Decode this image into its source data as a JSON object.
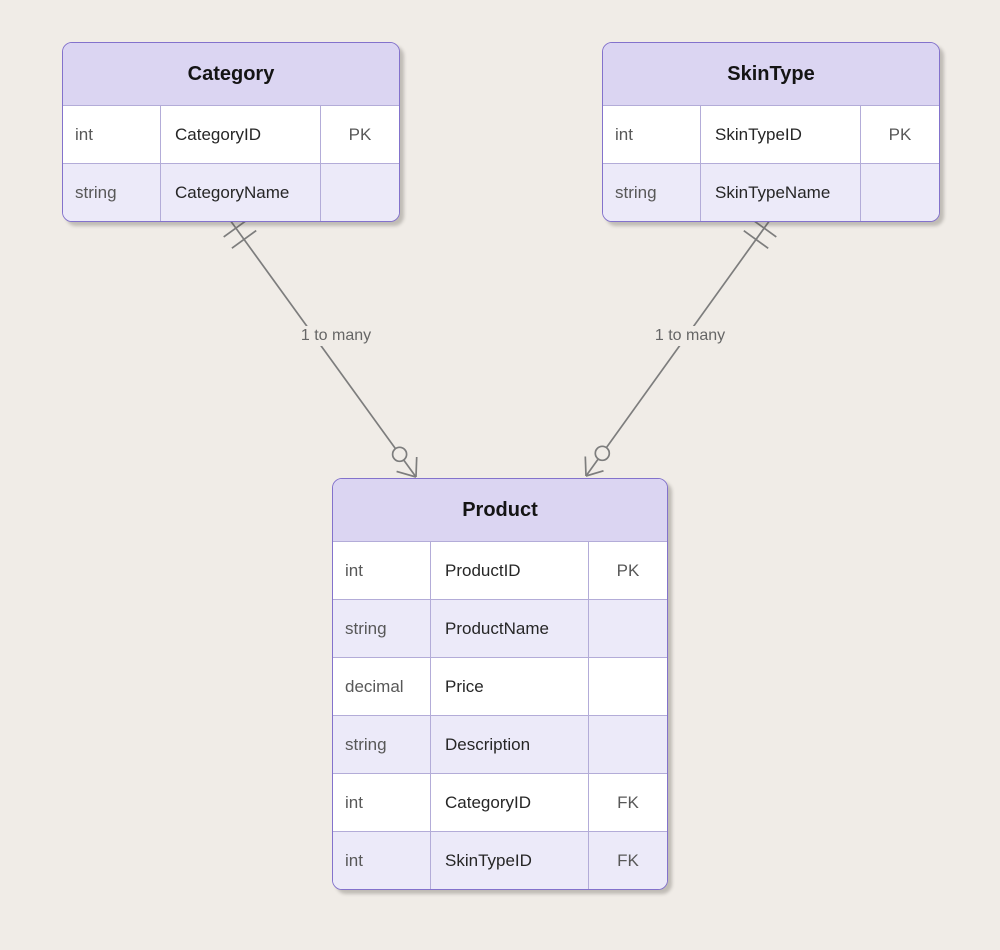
{
  "theme": {
    "page_background": "#f0ece7",
    "header_fill": "#dbd5f2",
    "row_fill": "#ffffff",
    "row_alt_fill": "#eceaf9",
    "entity_border": "#8372cc",
    "grid_line": "#b3acd8",
    "edge_line": "#7d7d7d",
    "title_text": "#141414",
    "name_text": "#262626",
    "muted_text": "#585858",
    "label_text": "#666666"
  },
  "entities": [
    {
      "id": "category",
      "title": "Category",
      "rows": [
        {
          "type": "int",
          "name": "CategoryID",
          "key": "PK"
        },
        {
          "type": "string",
          "name": "CategoryName",
          "key": ""
        }
      ]
    },
    {
      "id": "skintype",
      "title": "SkinType",
      "rows": [
        {
          "type": "int",
          "name": "SkinTypeID",
          "key": "PK"
        },
        {
          "type": "string",
          "name": "SkinTypeName",
          "key": ""
        }
      ]
    },
    {
      "id": "product",
      "title": "Product",
      "rows": [
        {
          "type": "int",
          "name": "ProductID",
          "key": "PK"
        },
        {
          "type": "string",
          "name": "ProductName",
          "key": ""
        },
        {
          "type": "decimal",
          "name": "Price",
          "key": ""
        },
        {
          "type": "string",
          "name": "Description",
          "key": ""
        },
        {
          "type": "int",
          "name": "CategoryID",
          "key": "FK"
        },
        {
          "type": "int",
          "name": "SkinTypeID",
          "key": "FK"
        }
      ]
    }
  ],
  "relationships": [
    {
      "from": "Category",
      "to": "Product",
      "label": "1 to many",
      "cardinality": "one to zero-or-many"
    },
    {
      "from": "SkinType",
      "to": "Product",
      "label": "1 to many",
      "cardinality": "one to zero-or-many"
    }
  ]
}
